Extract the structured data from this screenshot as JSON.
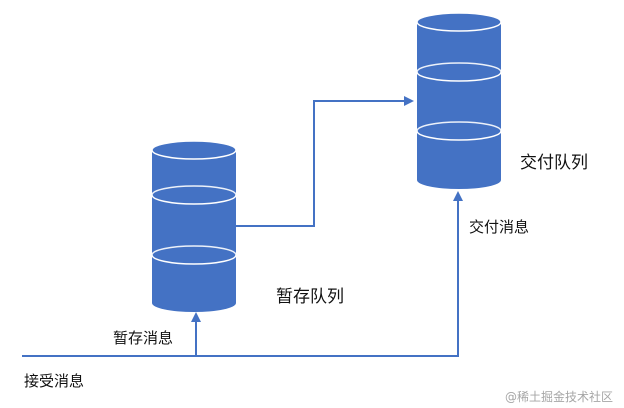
{
  "labels": {
    "temp_queue": "暂存队列",
    "delivery_queue": "交付队列",
    "temp_message": "暂存消息",
    "delivery_message": "交付消息",
    "receive_message": "接受消息"
  },
  "watermark": "@稀土掘金技术社区",
  "colors": {
    "cylinder_fill": "#4472c4",
    "cylinder_band": "#ffffff",
    "arrow": "#4472c4",
    "text": "#111111"
  }
}
